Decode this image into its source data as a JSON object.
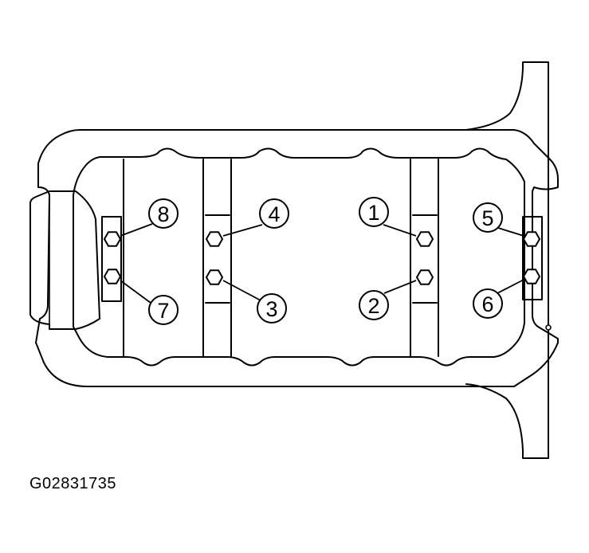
{
  "figure": {
    "code": "G02831735",
    "bolts": [
      {
        "number": "1"
      },
      {
        "number": "2"
      },
      {
        "number": "3"
      },
      {
        "number": "4"
      },
      {
        "number": "5"
      },
      {
        "number": "6"
      },
      {
        "number": "7"
      },
      {
        "number": "8"
      }
    ]
  },
  "colors": {
    "line": "#000000",
    "background": "#ffffff"
  }
}
